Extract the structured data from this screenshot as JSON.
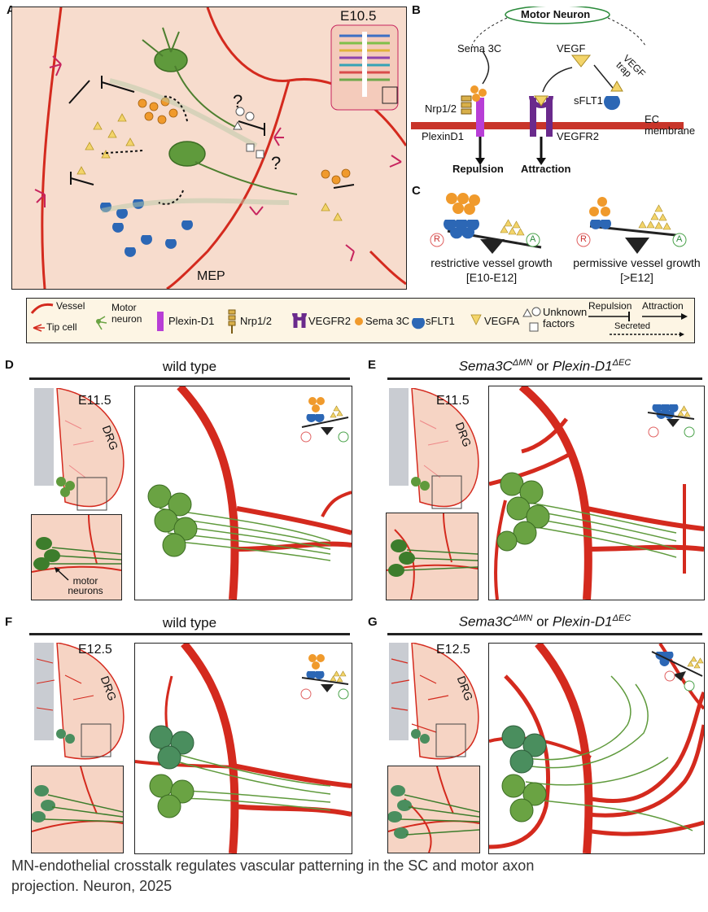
{
  "panels": {
    "A": {
      "label": "A",
      "stage": "E10.5",
      "mep": "MEP",
      "question": "?"
    },
    "B": {
      "label": "B",
      "motor_neuron": "Motor Neuron",
      "sema3c": "Sema 3C",
      "vegf": "VEGF",
      "vegf_trap": "VEGF trap",
      "nrp": "Nrp1/2",
      "plexind1": "PlexinD1",
      "sflt1": "sFLT1",
      "vegfr2": "VEGFR2",
      "ec_membrane": "EC membrane",
      "repulsion": "Repulsion",
      "attraction": "Attraction"
    },
    "C": {
      "label": "C",
      "R": "R",
      "A": "A",
      "left_line1": "restrictive vessel growth",
      "left_line2": "[E10-E12]",
      "right_line1": "permissive vessel growth",
      "right_line2": "[>E12]"
    },
    "D": {
      "label": "D",
      "title": "wild type",
      "stage": "E11.5",
      "drg": "DRG",
      "inset": "motor neurons"
    },
    "E": {
      "label": "E",
      "title_a": "Sema3C",
      "sup_a": "ΔMN",
      "title_or": " or ",
      "title_b": "Plexin-D1",
      "sup_b": "ΔEC",
      "stage": "E11.5",
      "drg": "DRG"
    },
    "F": {
      "label": "F",
      "title": "wild type",
      "stage": "E12.5",
      "drg": "DRG"
    },
    "G": {
      "label": "G",
      "title_a": "Sema3C",
      "sup_a": "ΔMN",
      "title_or": " or ",
      "title_b": "Plexin-D1",
      "sup_b": "ΔEC",
      "stage": "E12.5",
      "drg": "DRG"
    }
  },
  "legend": {
    "vessel": "Vessel",
    "tip_cell": "Tip cell",
    "motor_neuron_1": "Motor",
    "motor_neuron_2": "neuron",
    "plexin": "Plexin-D1",
    "nrp": "Nrp1/2",
    "vegfr2": "VEGFR2",
    "sema3c": "Sema 3C",
    "sflt1": "sFLT1",
    "vegfa": "VEGFA",
    "unknown_1": "Unknown",
    "unknown_2": "factors",
    "repulsion": "Repulsion",
    "attraction": "Attraction",
    "secreted": "Secreted"
  },
  "caption": {
    "line1": "MN-endothelial crosstalk regulates vascular patterning in the SC and motor axon",
    "line2": "projection. Neuron, 2025"
  },
  "colors": {
    "vessel": "#d42a1e",
    "tissue": "#f7dccd",
    "neuron": "#6aa343",
    "sema3c": "#f09a2c",
    "sflt1": "#2c67b5",
    "vegfa": "#f3d46a",
    "plexin": "#b83ed6",
    "vegfr2": "#6a2a8c",
    "legend_bg": "#fdf5e4"
  }
}
